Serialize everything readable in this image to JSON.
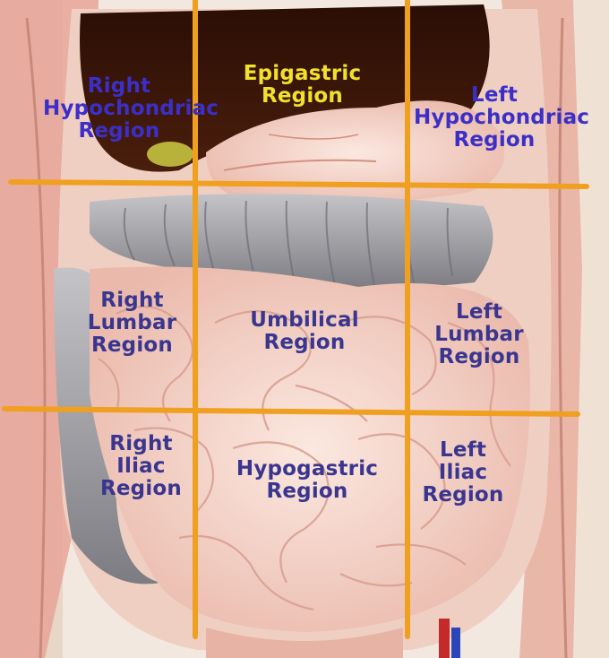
{
  "colors": {
    "grid": "#f0a020",
    "label_default": "#3a3690",
    "label_epigastric": "#f2e02a",
    "label_upper_corners": "#3c2fc8",
    "liver": "#3a1608",
    "stomach": "#f3c7b9",
    "colon": "#9a9a9e",
    "intestine": "#f6dcd2",
    "wall": "#e6a498"
  },
  "regions": {
    "right_hypochondriac": [
      "Right",
      "Hypochondriac",
      "Region"
    ],
    "epigastric": [
      "Epigastric",
      "Region"
    ],
    "left_hypochondriac": [
      "Left",
      "Hypochondriac",
      "Region"
    ],
    "right_lumbar": [
      "Right",
      "Lumbar",
      "Region"
    ],
    "umbilical": [
      "Umbilical",
      "Region"
    ],
    "left_lumbar": [
      "Left",
      "Lumbar",
      "Region"
    ],
    "right_iliac": [
      "Right",
      "Iliac",
      "Region"
    ],
    "hypogastric": [
      "Hypogastric",
      "Region"
    ],
    "left_iliac": [
      "Left",
      "Iliac",
      "Region"
    ]
  }
}
